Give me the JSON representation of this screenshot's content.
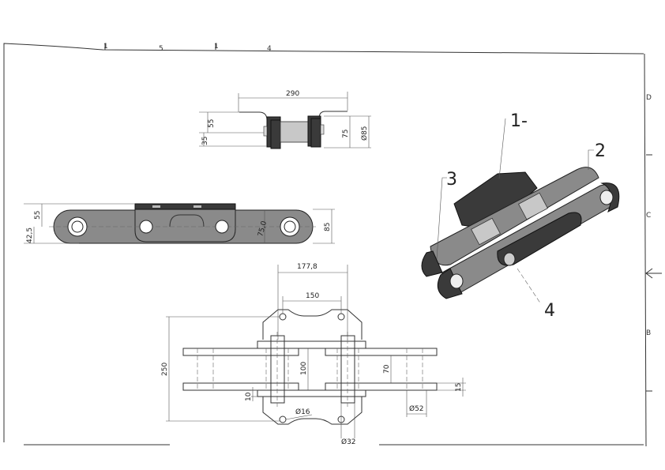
{
  "sheet": {
    "top_zone_labels": [
      "1",
      "5",
      "1",
      "4"
    ],
    "right_zone_labels": [
      "D",
      "C",
      "B"
    ]
  },
  "top_view": {
    "dims": {
      "width": "290",
      "h55": "55",
      "h35": "35",
      "h75": "75",
      "dia85": "Ø85"
    }
  },
  "side_view": {
    "dims": {
      "h55": "55",
      "h42_5": "42,5",
      "h85": "85",
      "r75": "75,0"
    }
  },
  "plan_view": {
    "dims": {
      "pitch": "177,8",
      "hole_spacing": "150",
      "height": "250",
      "inner": "100",
      "plate_gap": "70",
      "plate_thk": "15",
      "offset": "10",
      "hole_dia": "Ø16",
      "pin_dia": "Ø32",
      "roller_dia": "Ø52"
    }
  },
  "iso_view": {
    "callouts": [
      "1-",
      "2",
      "3",
      "4"
    ]
  }
}
